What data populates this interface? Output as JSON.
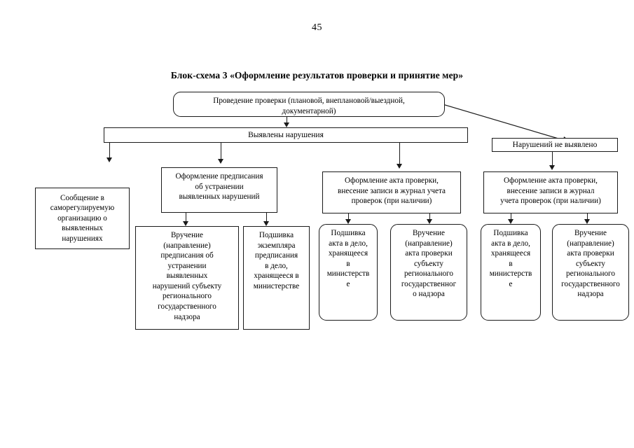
{
  "document": {
    "page_number": "45",
    "title": "Блок-схема 3  «Оформление результатов проверки и принятие мер»"
  },
  "nodes": {
    "start": {
      "id": "start",
      "text": "Проведение проверки (плановой, внеплановой/выездной,\nдокументарной)",
      "shape": "rounded-rect"
    },
    "branch_violations": {
      "id": "branch-violations",
      "text": "Выявлены нарушения",
      "shape": "bar"
    },
    "branch_no_violations": {
      "id": "branch-no-violations",
      "text": "Нарушений не выявлено",
      "shape": "bar"
    },
    "sro_message": {
      "id": "sro-message",
      "text": "Сообщение в\nсаморегулируемую\nорганизацию о\nвыявленных\nнарушениях",
      "shape": "rect"
    },
    "order_issue": {
      "id": "order-issue",
      "text": "Оформление предписания\nоб устранении\nвыявленных нарушений",
      "shape": "rect"
    },
    "act_issue_left": {
      "id": "act-issue-left",
      "text": "Оформление акта проверки,\nвнесение записи в журнал учета\nпроверок (при наличии)",
      "shape": "rect"
    },
    "act_issue_right": {
      "id": "act-issue-right",
      "text": "Оформление акта проверки,\nвнесение записи в журнал\nучета проверок (при наличии)",
      "shape": "rect"
    },
    "order_delivery": {
      "id": "order-delivery",
      "text": "Вручение\n(направление)\nпредписания об\nустранении\nвыявленных\nнарушений  субъекту\nрегионального\nгосударственного\nнадзора",
      "shape": "rect"
    },
    "order_filing": {
      "id": "order-filing",
      "text": "Подшивка\nэкземпляра\nпредписания\nв дело,\nхранящееся в\nминистерстве",
      "shape": "rect"
    },
    "act_filing_left": {
      "id": "act-filing-left",
      "text": "Подшивка\nакта в дело,\nхранящееся\nв\nминистерств\nе",
      "shape": "rounded-rect"
    },
    "act_delivery_left": {
      "id": "act-delivery-left",
      "text": "Вручение\n(направление)\nакта проверки\nсубъекту\nрегионального\nгосударственног\nо надзора",
      "shape": "rounded-rect"
    },
    "act_filing_right": {
      "id": "act-filing-right",
      "text": "Подшивка\nакта в дело,\nхранящееся\nв\nминистерств\nе",
      "shape": "rounded-rect"
    },
    "act_delivery_right": {
      "id": "act-delivery-right",
      "text": "Вручение\n(направление)\nакта проверки\nсубъекту\nрегионального\nгосударственного\nнадзора",
      "shape": "rounded-rect"
    }
  },
  "colors": {
    "stroke": "#1a1a1a",
    "background": "#ffffff",
    "text": "#000000"
  }
}
